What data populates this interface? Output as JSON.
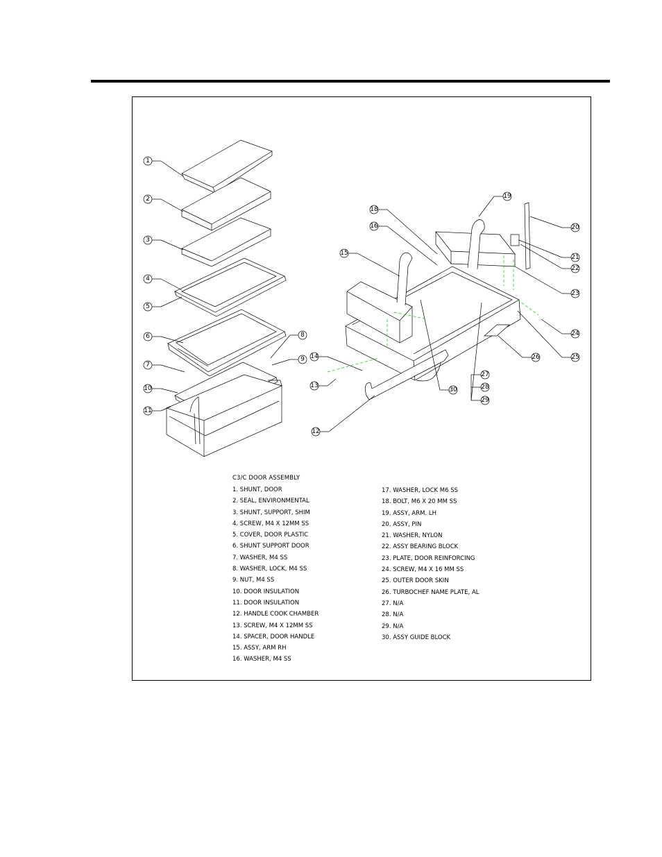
{
  "callouts": [
    {
      "n": "1"
    },
    {
      "n": "2"
    },
    {
      "n": "3"
    },
    {
      "n": "4"
    },
    {
      "n": "5"
    },
    {
      "n": "6"
    },
    {
      "n": "7"
    },
    {
      "n": "8"
    },
    {
      "n": "9"
    },
    {
      "n": "10"
    },
    {
      "n": "11"
    },
    {
      "n": "12"
    },
    {
      "n": "13"
    },
    {
      "n": "14"
    },
    {
      "n": "15"
    },
    {
      "n": "16"
    },
    {
      "n": "18"
    },
    {
      "n": "19"
    },
    {
      "n": "20"
    },
    {
      "n": "21"
    },
    {
      "n": "22"
    },
    {
      "n": "23"
    },
    {
      "n": "24"
    },
    {
      "n": "25"
    },
    {
      "n": "26"
    },
    {
      "n": "27"
    },
    {
      "n": "28"
    },
    {
      "n": "29"
    },
    {
      "n": "30"
    }
  ],
  "parts_list": {
    "title": "C3/C DOOR ASSEMBLY",
    "left": [
      "1.  SHUNT, DOOR",
      "2.  SEAL, ENVIRONMENTAL",
      "3.  SHUNT, SUPPORT, SHIM",
      "4.  SCREW, M4 X 12MM SS",
      "5.  COVER, DOOR PLASTIC",
      "6.  SHUNT SUPPORT DOOR",
      "7.  WASHER, M4 SS",
      "8.  WASHER, LOCK, M4 SS",
      "9.  NUT, M4 SS",
      "10. DOOR INSULATION",
      "11. DOOR INSULATION",
      "12. HANDLE COOK CHAMBER",
      "13. SCREW, M4 X 12MM SS",
      "14. SPACER, DOOR HANDLE",
      "15. ASSY, ARM RH",
      "16. WASHER, M4 SS"
    ],
    "right": [
      "17. WASHER, LOCK M6 SS",
      "18. BOLT, M6 X 20 MM SS",
      "19. ASSY, ARM. LH",
      "20. ASSY, PIN",
      "21. WASHER, NYLON",
      "22. ASSY BEARING BLOCK",
      "23. PLATE, DOOR REINFORCING",
      "24. SCREW, M4 X 16 MM SS",
      "25. OUTER DOOR SKIN",
      "26. TURBOCHEF NAME PLATE, AL",
      "27. N/A",
      "28. N/A",
      "29. N/A",
      "30. ASSY GUIDE BLOCK"
    ]
  },
  "colors": {
    "line": "#000000",
    "alignment": "#22cc22"
  }
}
